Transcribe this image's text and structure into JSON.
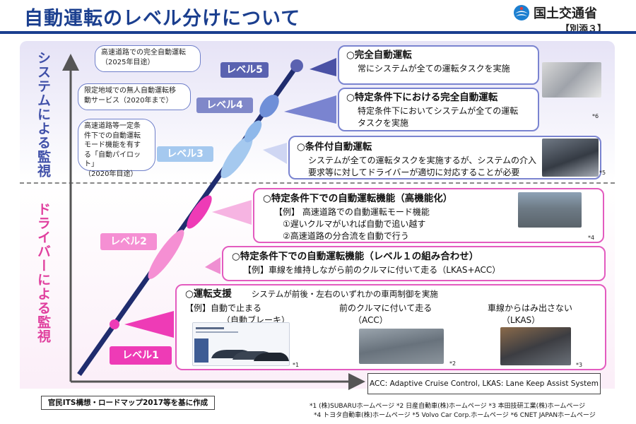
{
  "header": {
    "title": "自動運転のレベル分けについて",
    "ministry": "国土交通省",
    "appendix": "【別添３】"
  },
  "zones": {
    "system_label": "システムによる監視",
    "driver_label": "ドライバーによる監視"
  },
  "levels": {
    "l5": "レベル5",
    "l4": "レベル4",
    "l3": "レベル3",
    "l2": "レベル2",
    "l1": "レベル1"
  },
  "balloons": {
    "b1": [
      "高速道路での完全自動運転",
      "（2025年目途）"
    ],
    "b2": [
      "限定地域での無人自動運転移",
      "動サービス（2020年まで）"
    ],
    "b3": [
      "高速道路等一定条",
      "件下での自動運転",
      "モード機能を有す",
      "る「自動パイロット」",
      "（2020年目途）"
    ]
  },
  "boxes": {
    "l5": {
      "heading": "○完全自動運転",
      "lines": [
        "常にシステムが全ての運転タスクを実施"
      ]
    },
    "l4": {
      "heading": "○特定条件下における完全自動運転",
      "lines": [
        "特定条件下においてシステムが全ての運転",
        "タスクを実施"
      ],
      "footnote": "*6"
    },
    "l3": {
      "heading": "○条件付自動運転",
      "lines": [
        "システムが全ての運転タスクを実施するが、システムの介入",
        "要求等に対してドライバーが適切に対応することが必要"
      ],
      "footnote": "*5"
    },
    "l2h": {
      "heading": "○特定条件下での自動運転機能（高機能化）",
      "example": "【例】 高速道路での自動運転モード機能",
      "items": [
        "①遅いクルマがいれば自動で追い越す",
        "②高速道路の分合流を自動で行う"
      ],
      "footnote": "*4"
    },
    "l2": {
      "heading": "○特定条件下での自動運転機能（レベル１の組み合わせ）",
      "example": "【例】車線を維持しながら前のクルマに付いて走る（LKAS+ACC）"
    },
    "l1": {
      "heading": "○運転支援",
      "desc": "システムが前後・左右のいずれかの車両制御を実施",
      "examples": [
        {
          "title": "【例】自動で止まる",
          "sub": "（自動ブレーキ）",
          "footnote": "*1"
        },
        {
          "title": "前のクルマに付いて走る",
          "sub": "（ACC）",
          "footnote": "*2"
        },
        {
          "title": "車線からはみ出さない",
          "sub": "（LKAS）",
          "footnote": "*3"
        }
      ]
    }
  },
  "footer": {
    "acc_note": "ACC: Adaptive Cruise Control,  LKAS: Lane Keep Assist System",
    "basis": "官民ITS構想・ロードマップ2017等を基に作成",
    "credit_line1": "*1 (株)SUBARUホームページ  *2 日産自動車(株)ホームページ  *3 本田技研工業(株)ホームページ",
    "credit_line2": "*4 トヨタ自動車(株)ホームページ  *5 Volvo Car Corp.ホームページ  *6 CNET JAPANホームページ"
  },
  "colors": {
    "title_blue": "#1b3f8f",
    "system_purple": "#5a62b0",
    "driver_pink": "#ee3bb6"
  }
}
